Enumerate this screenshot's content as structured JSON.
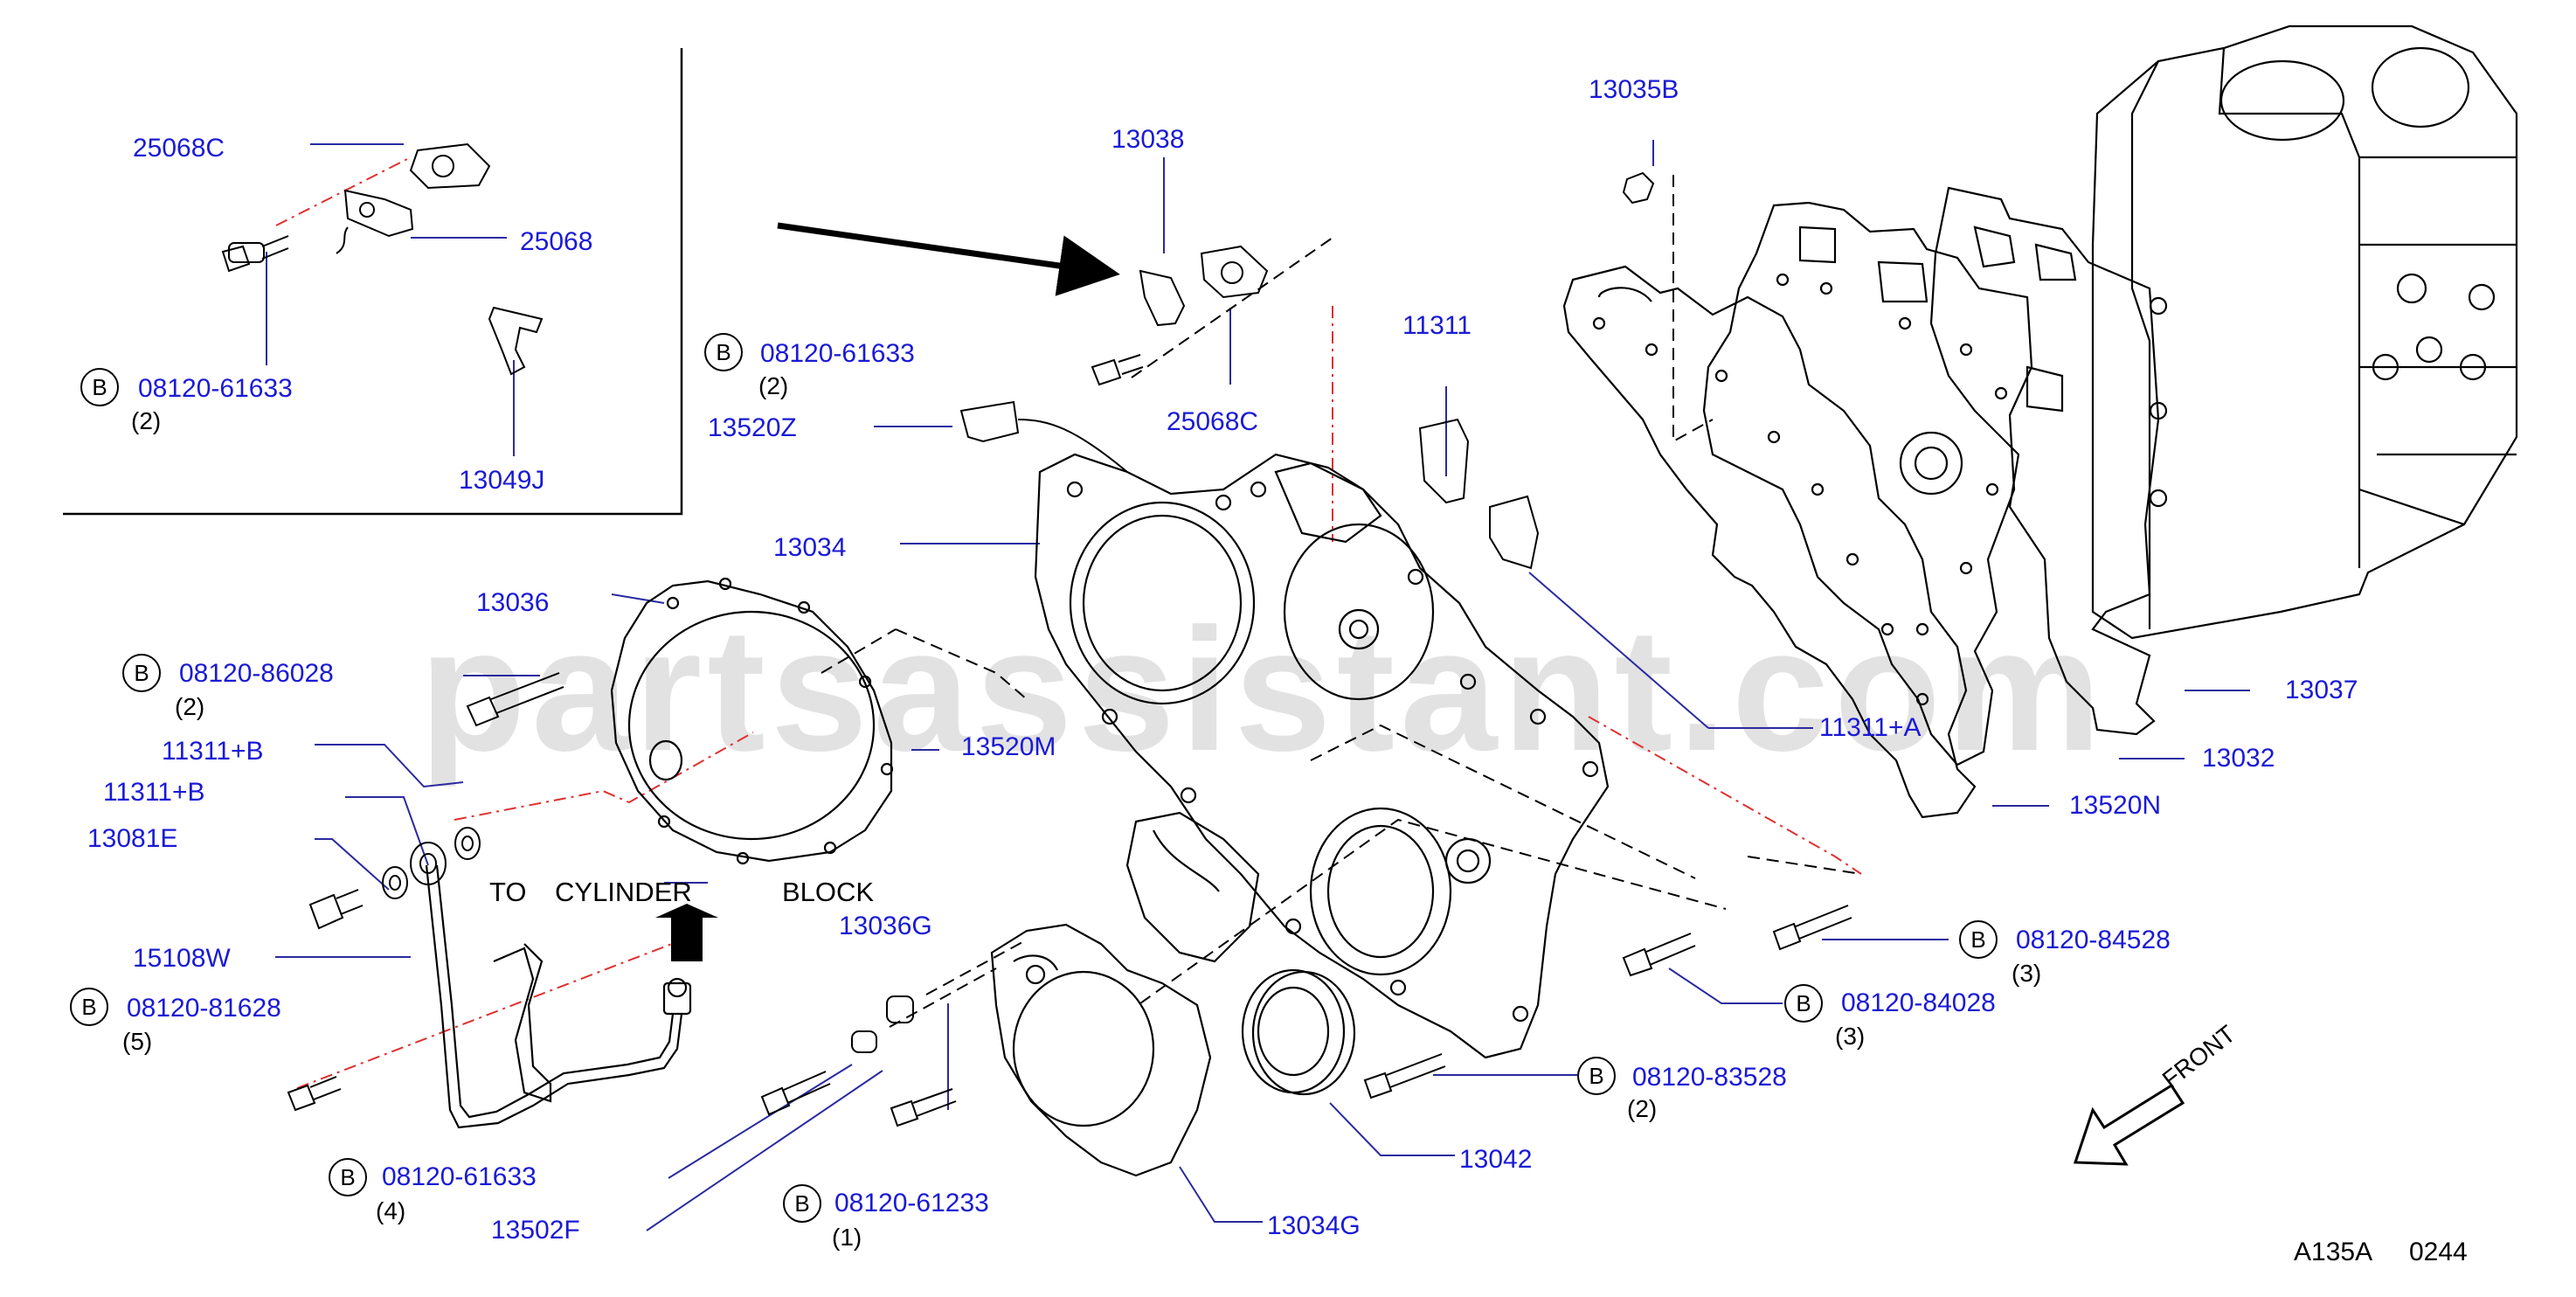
{
  "watermark": "partsassistant.com",
  "diagram_code": "A135A",
  "diagram_number": "0244",
  "front_label": "FRONT",
  "to_cylinder_block": [
    "TO",
    "CYLINDER",
    "BLOCK"
  ],
  "bolt_marker": "B",
  "parts": {
    "p25068c_inset": "25068C",
    "p25068": "25068",
    "inset_bolt": "08120-61633",
    "inset_bolt_qty": "(2)",
    "p13049j": "13049J",
    "p13038": "13038",
    "bolt_a": "08120-61633",
    "bolt_a_qty": "(2)",
    "p13520z": "13520Z",
    "p25068c": "25068C",
    "p13035b": "13035B",
    "p11311": "11311",
    "p13034": "13034",
    "p13036": "13036",
    "bolt_b": "08120-86028",
    "bolt_b_qty": "(2)",
    "p11311b_1": "11311+B",
    "p11311b_2": "11311+B",
    "p13081e": "13081E",
    "p15108w": "15108W",
    "bolt_c": "08120-81628",
    "bolt_c_qty": "(5)",
    "bolt_d": "08120-61633",
    "bolt_d_qty": "(4)",
    "p13502f": "13502F",
    "p13520m": "13520M",
    "p13036g": "13036G",
    "bolt_e": "08120-61233",
    "bolt_e_qty": "(1)",
    "p13034g": "13034G",
    "p13042": "13042",
    "bolt_f": "08120-83528",
    "bolt_f_qty": "(2)",
    "bolt_g": "08120-84028",
    "bolt_g_qty": "(3)",
    "bolt_h": "08120-84528",
    "bolt_h_qty": "(3)",
    "p11311a": "11311+A",
    "p13037": "13037",
    "p13032": "13032",
    "p13520n": "13520N"
  }
}
